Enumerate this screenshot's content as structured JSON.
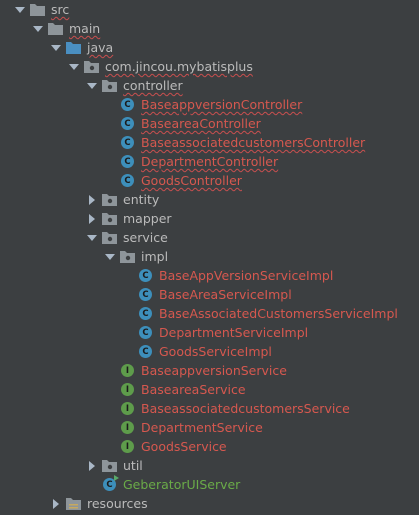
{
  "tree": {
    "src": "src",
    "main": "main",
    "java": "java",
    "package": "com.jincou.mybatisplus",
    "controller": {
      "label": "controller",
      "items": [
        "BaseappversionController",
        "BaseareaController",
        "BaseassociatedcustomersController",
        "DepartmentController",
        "GoodsController"
      ]
    },
    "entity": "entity",
    "mapper": "mapper",
    "service": {
      "label": "service",
      "impl": {
        "label": "impl",
        "items": [
          "BaseAppVersionServiceImpl",
          "BaseAreaServiceImpl",
          "BaseAssociatedCustomersServiceImpl",
          "DepartmentServiceImpl",
          "GoodsServiceImpl"
        ]
      },
      "interfaces": [
        "BaseappversionService",
        "BaseareaService",
        "BaseassociatedcustomersService",
        "DepartmentService",
        "GoodsService"
      ]
    },
    "util": "util",
    "main_class": "GeberatorUIServer",
    "resources": "resources"
  },
  "icons": {
    "class_letter": "C",
    "interface_letter": "I",
    "runnable_letter": "C"
  },
  "colors": {
    "background": "#3c3f41",
    "text": "#bbbbbb",
    "error_text": "#d6584f",
    "ok_text": "#6aab48",
    "class_icon": "#3d8fbb",
    "interface_icon": "#5e9c4b",
    "folder": "#8e959a",
    "source_folder": "#4a8fc1"
  }
}
